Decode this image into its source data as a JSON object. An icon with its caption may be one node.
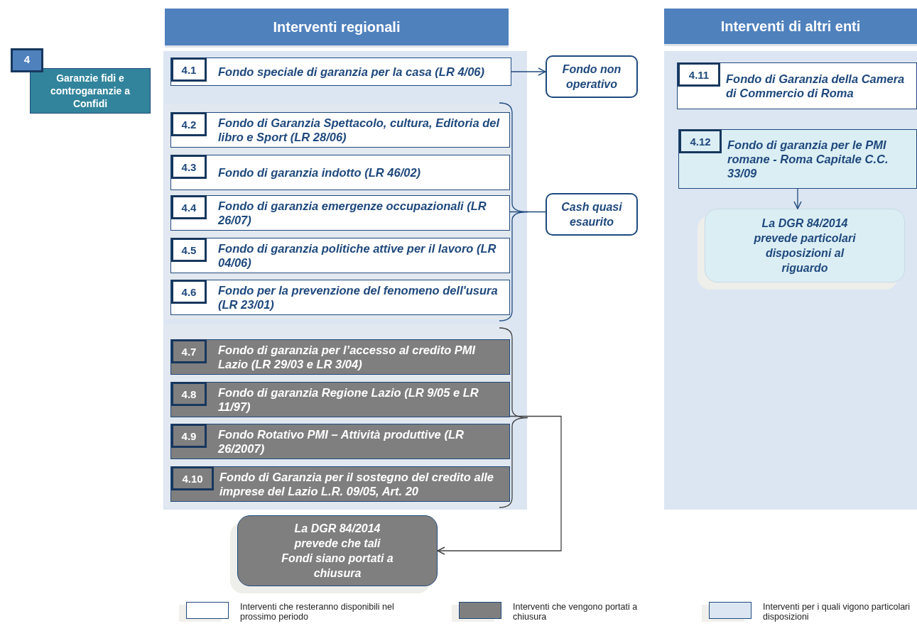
{
  "diagram": {
    "nodes": [
      {
        "text": [
          "Interventi regionali"
        ]
      },
      {
        "text": [
          "Interventi di altri enti"
        ]
      },
      {
        "text": [
          "4",
          "Garanzie fidi e controgaranzie a Confidi"
        ]
      },
      {
        "text": [],
        "shape": "box"
      },
      {
        "text": [],
        "shape": "box",
        "in": 3
      },
      {
        "text": [],
        "shape": "box",
        "in": 3
      },
      {
        "text": [
          "4.1",
          "Fondo speciale di garanzia per la casa (LR 4/06)"
        ],
        "in": 3
      },
      {
        "text": [
          "Fondo non operativo"
        ]
      },
      {
        "text": [
          "4.2",
          "Fondo di Garanzia Spettacolo, cultura, Editoria del libro e Sport (LR 28/06)"
        ],
        "in": 4
      },
      {
        "text": [
          "4.3",
          "Fondo di garanzia indotto (LR 46/02)"
        ],
        "in": 4
      },
      {
        "text": [
          "4.4",
          "Fondo di garanzia emergenze occupazionali (LR 26/07)"
        ],
        "in": 4
      },
      {
        "text": [
          "4.5",
          "Fondo di garanzia politiche attive per il lavoro (LR 04/06)"
        ],
        "in": 4
      },
      {
        "text": [
          "4.6",
          "Fondo per la prevenzione del fenomeno dell'usura (LR 23/01)"
        ],
        "in": 4
      },
      {
        "text": [
          "Cash quasi esaurito"
        ]
      },
      {
        "text": [
          "4.7",
          "Fondo di garanzia per l’accesso al credito PMI Lazio (LR 29/03 e LR 3/04)"
        ],
        "in": 5
      },
      {
        "text": [
          "4.8",
          "Fondo di garanzia Regione Lazio (LR 9/05 e LR 11/97)"
        ],
        "in": 5
      },
      {
        "text": [
          "4.9",
          "Fondo Rotativo PMI – Attività produttive (LR 26/2007)"
        ],
        "in": 5
      },
      {
        "text": [
          "4.10",
          "Fondo di Garanzia per il sostegno del credito alle imprese del Lazio L.R. 09/05, Art. 20"
        ],
        "in": 5
      },
      {
        "text": [
          "La DGR 84/2014 prevede che tali Fondi siano portati a chiusura"
        ]
      },
      {
        "text": [],
        "shape": "box"
      },
      {
        "text": [
          "4.11",
          "Fondo di Garanzia della Camera di Commercio di Roma"
        ],
        "in": 19
      },
      {
        "text": [
          "4.12",
          "Fondo di garanzia per le PMI romane - Roma Capitale C.C. 33/09"
        ],
        "in": 19
      },
      {
        "text": [
          "La DGR 84/2014 prevede particolari disposizioni al riguardo"
        ],
        "in": 19
      }
    ],
    "edges": [
      {
        "from": 6,
        "to": 7,
        "arrow": "to"
      },
      {
        "from": 4,
        "to": 13,
        "arrow": "none"
      },
      {
        "from": 5,
        "to": 18,
        "arrow": "to",
        "color": "#404040"
      },
      {
        "from": 21,
        "to": 22,
        "arrow": "to"
      }
    ],
    "legend": [
      {
        "text": "Interventi che resteranno disponibili nel prossimo periodo",
        "color": "#ffffff"
      },
      {
        "text": "Interventi che vengono portati a chiusura",
        "color": "#7f7f7f"
      },
      {
        "text": "Interventi per i quali vigono particolari disposizioni",
        "color": "#dce6f2"
      }
    ]
  }
}
